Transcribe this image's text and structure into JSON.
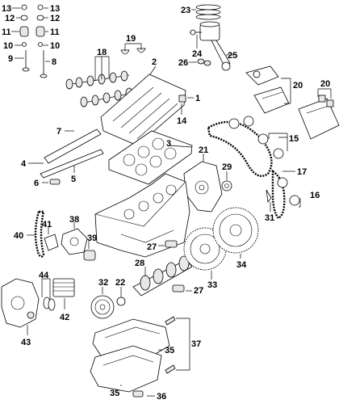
{
  "diagram": {
    "callouts": {
      "c1": "1",
      "c2": "2",
      "c3": "3",
      "c4": "4",
      "c5": "5",
      "c6": "6",
      "c7": "7",
      "c8": "8",
      "c9": "9",
      "c10a": "10",
      "c10b": "10",
      "c11a": "11",
      "c11b": "11",
      "c12a": "12",
      "c12b": "12",
      "c13a": "13",
      "c13b": "13",
      "c14": "14",
      "c15": "15",
      "c16": "16",
      "c17": "17",
      "c18": "18",
      "c19": "19",
      "c20a": "20",
      "c20b": "20",
      "c21": "21",
      "c22": "22",
      "c23": "23",
      "c24": "24",
      "c25": "25",
      "c26": "26",
      "c27a": "27",
      "c27b": "27",
      "c28": "28",
      "c29": "29",
      "c31": "31",
      "c32": "32",
      "c33": "33",
      "c34": "34",
      "c35a": "35",
      "c35b": "35",
      "c36": "36",
      "c37": "37",
      "c38": "38",
      "c39": "39",
      "c40": "40",
      "c41": "41",
      "c42": "42",
      "c43": "43",
      "c44": "44"
    }
  }
}
